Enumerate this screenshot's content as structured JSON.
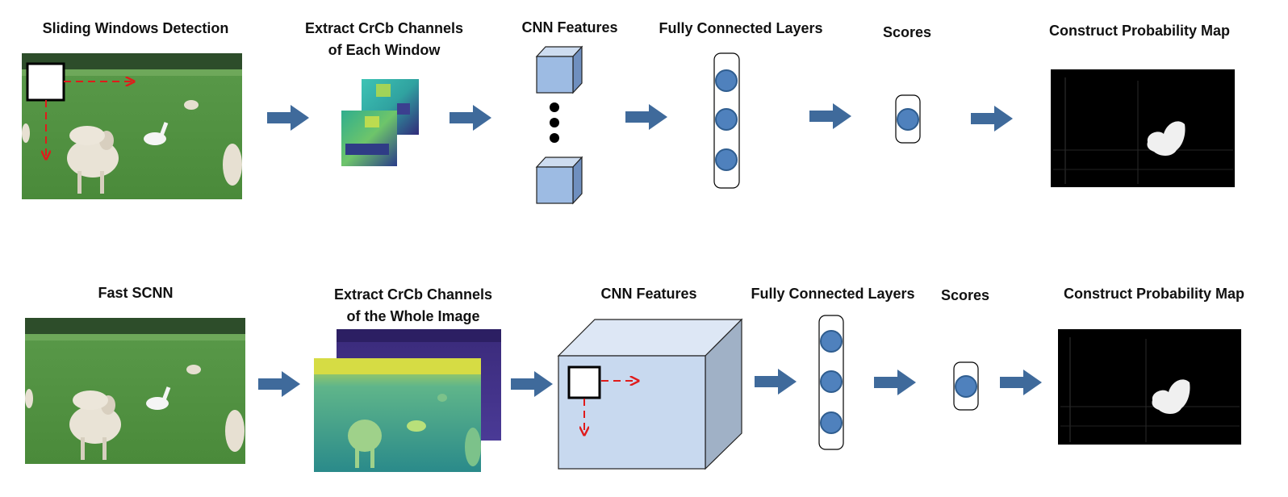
{
  "top_row": {
    "title": "Sliding Windows Detection",
    "step_extract_line1": "Extract CrCb Channels",
    "step_extract_line2": "of Each Window",
    "step_cnn": "CNN Features",
    "step_fc": "Fully Connected Layers",
    "step_scores": "Scores",
    "step_map": "Construct Probability Map"
  },
  "bottom_row": {
    "title": "Fast SCNN",
    "step_extract_line1": "Extract CrCb Channels",
    "step_extract_line2": "of the Whole Image",
    "step_cnn": "CNN Features",
    "step_fc": "Fully Connected Layers",
    "step_scores": "Scores",
    "step_map": "Construct Probability Map"
  },
  "colors": {
    "arrow": "#3f6a9b",
    "node_fill": "#4f81bd",
    "node_stroke": "#2f5d8f",
    "cube_front": "#c9d9ef",
    "cube_side": "#9fb2c8",
    "dashed_arrow": "#e01b1b"
  }
}
